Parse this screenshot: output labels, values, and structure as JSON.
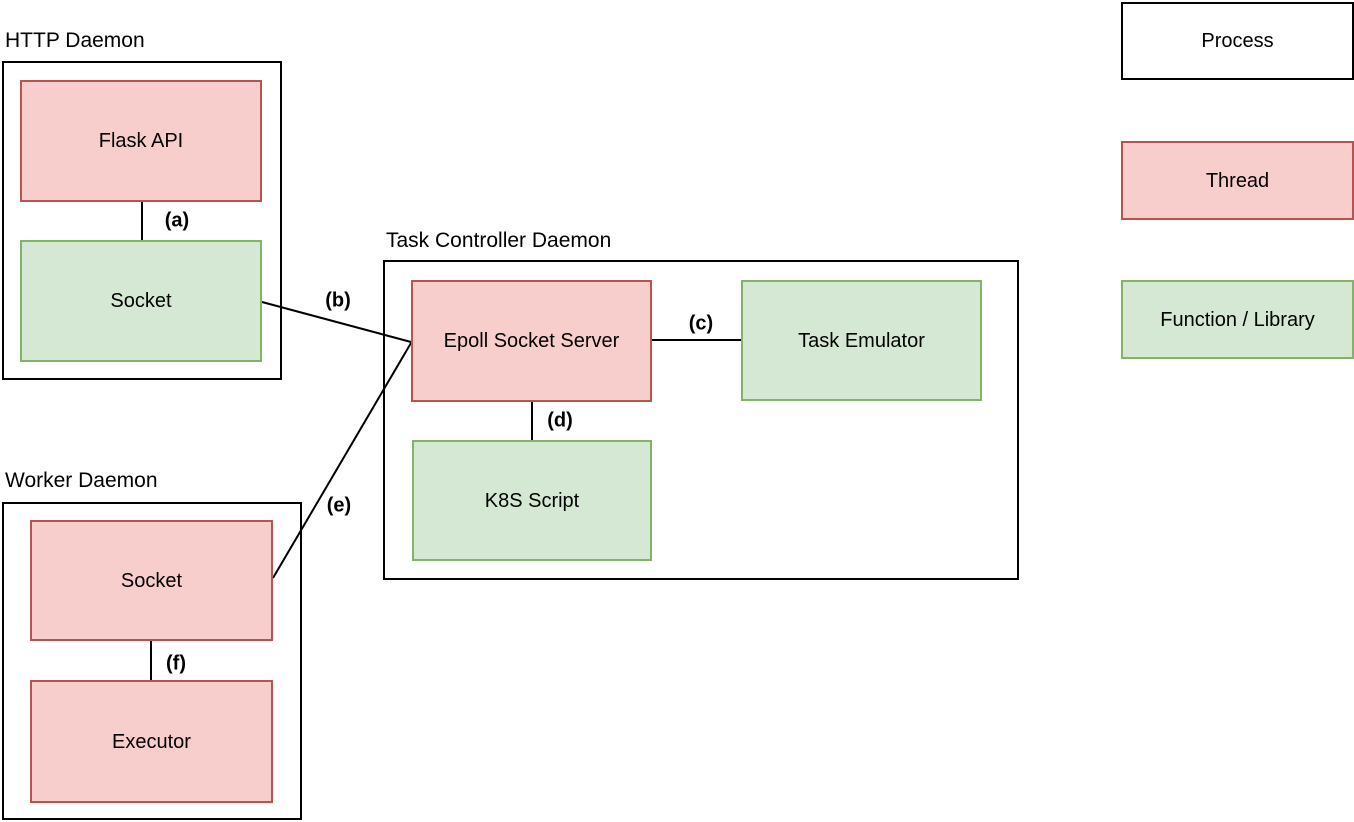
{
  "diagram": {
    "groups": [
      {
        "id": "http-daemon",
        "label": "HTTP Daemon",
        "nodes": [
          {
            "id": "flask-api",
            "label": "Flask API",
            "type": "thread"
          },
          {
            "id": "http-socket",
            "label": "Socket",
            "type": "function"
          }
        ]
      },
      {
        "id": "task-controller-daemon",
        "label": "Task Controller Daemon",
        "nodes": [
          {
            "id": "epoll-socket-server",
            "label": "Epoll Socket Server",
            "type": "thread"
          },
          {
            "id": "task-emulator",
            "label": "Task Emulator",
            "type": "function"
          },
          {
            "id": "k8s-script",
            "label": "K8S Script",
            "type": "function"
          }
        ]
      },
      {
        "id": "worker-daemon",
        "label": "Worker Daemon",
        "nodes": [
          {
            "id": "worker-socket",
            "label": "Socket",
            "type": "thread"
          },
          {
            "id": "executor",
            "label": "Executor",
            "type": "thread"
          }
        ]
      }
    ],
    "edges": [
      {
        "id": "a",
        "label": "(a)",
        "from": "flask-api",
        "to": "http-socket"
      },
      {
        "id": "b",
        "label": "(b)",
        "from": "http-socket",
        "to": "epoll-socket-server"
      },
      {
        "id": "c",
        "label": "(c)",
        "from": "epoll-socket-server",
        "to": "task-emulator"
      },
      {
        "id": "d",
        "label": "(d)",
        "from": "epoll-socket-server",
        "to": "k8s-script"
      },
      {
        "id": "e",
        "label": "(e)",
        "from": "worker-socket",
        "to": "epoll-socket-server"
      },
      {
        "id": "f",
        "label": "(f)",
        "from": "worker-socket",
        "to": "executor"
      }
    ],
    "legend": [
      {
        "id": "process",
        "label": "Process",
        "type": "process"
      },
      {
        "id": "thread",
        "label": "Thread",
        "type": "thread"
      },
      {
        "id": "function-library",
        "label": "Function / Library",
        "type": "function"
      }
    ],
    "colors": {
      "background": "#ffffff",
      "edge": "#000000",
      "thread_fill": "#f8cecc",
      "thread_stroke": "#b85450",
      "function_fill": "#d5e8d4",
      "function_stroke": "#82b366",
      "process_fill": "#ffffff",
      "process_stroke": "#000000"
    }
  }
}
